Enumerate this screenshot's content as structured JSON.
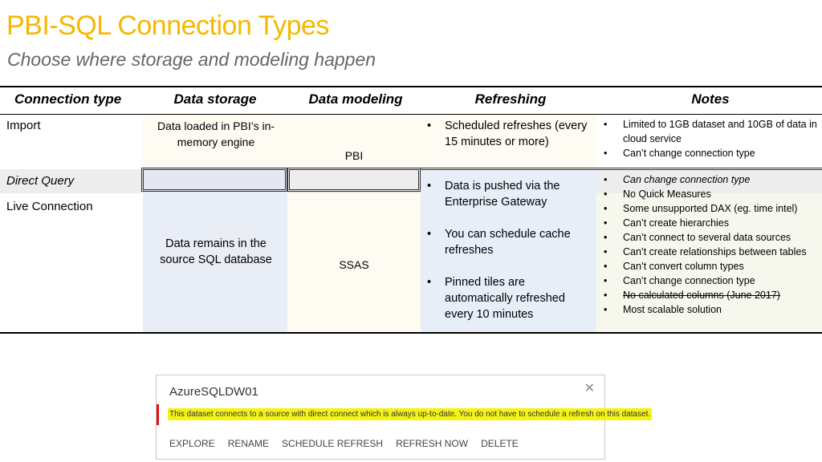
{
  "title": "PBI-SQL Connection Types",
  "subtitle": "Choose where storage and modeling happen",
  "table": {
    "headers": [
      "Connection type",
      "Data storage",
      "Data modeling",
      "Refreshing",
      "Notes"
    ],
    "rows": {
      "import": {
        "type": "Import",
        "storage": "Data loaded in PBI’s in-memory engine",
        "modeling": "PBI",
        "refreshing": [
          "Scheduled refreshes (every 15 minutes or more)"
        ],
        "notes": [
          "Limited to 1GB dataset and 10GB of data in cloud service",
          "Can’t change connection type"
        ]
      },
      "direct": {
        "type": "Direct Query"
      },
      "live": {
        "type": "Live Connection",
        "storage": "Data remains in the source SQL database",
        "modeling": "SSAS",
        "refreshing": [
          "Data is pushed via the Enterprise Gateway",
          "You can schedule cache refreshes",
          "Pinned tiles are automatically refreshed every 10 minutes"
        ],
        "notes": [
          "Can change connection type",
          "No Quick Measures",
          "Some unsupported DAX (eg. time intel)",
          "Can’t create hierarchies",
          "Can’t connect to several data sources",
          "Can’t create relationships between tables",
          "Can’t convert column types",
          "Can’t change connection type",
          "No calculated columns (June 2017)",
          "Most scalable solution"
        ]
      }
    }
  },
  "dialog": {
    "title": "AzureSQLDW01",
    "message": "This dataset connects to a source with direct connect which is always up-to-date. You do not have to schedule a refresh on this dataset.",
    "actions": [
      "EXPLORE",
      "RENAME",
      "SCHEDULE REFRESH",
      "REFRESH NOW",
      "DELETE"
    ],
    "close": "✕"
  },
  "colors": {
    "title": "#f5b800",
    "storage_bg": "#e9edf6",
    "modeling_bg": "#fdfbf2",
    "refresh_bg": "#e8eef8",
    "notes_bg": "#f6f8ee",
    "direct_row_bg": "#ededed",
    "highlight": "#f3f315"
  }
}
